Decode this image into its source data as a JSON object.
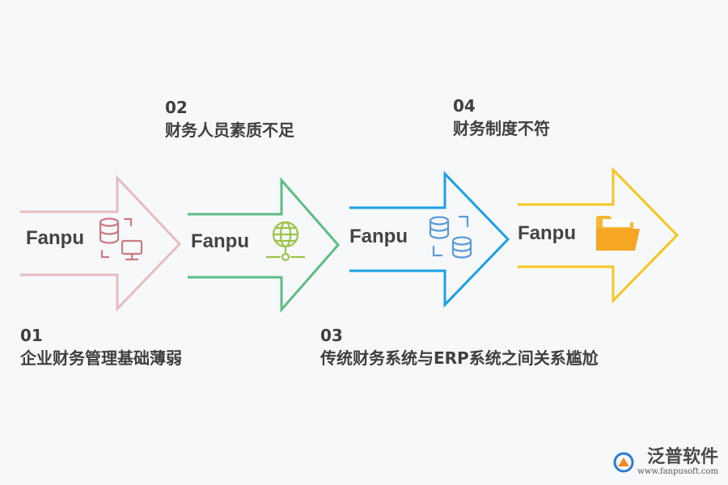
{
  "colors": {
    "step1": "#e6bcc0",
    "step2": "#5cbd86",
    "step3": "#1aa0e6",
    "step4": "#f5c51f",
    "icon1": "#c97a82",
    "icon2": "#9cc24a",
    "icon3": "#5b9bd8",
    "icon4": "#f5a623"
  },
  "steps": [
    {
      "label": "Fanpu",
      "number": "01",
      "text": "企业财务管理基础薄弱",
      "icon": "database-monitor-icon"
    },
    {
      "label": "Fanpu",
      "number": "02",
      "text": "财务人员素质不足",
      "icon": "globe-network-icon"
    },
    {
      "label": "Fanpu",
      "number": "03",
      "text": "传统财务系统与ERP系统之间关系尴尬",
      "icon": "database-sync-icon"
    },
    {
      "label": "Fanpu",
      "number": "04",
      "text": "财务制度不符",
      "icon": "folder-icon"
    }
  ],
  "logo": {
    "name": "泛普软件",
    "url": "www.fanpusoft.com",
    "icon": "fanpu-logo-icon"
  }
}
